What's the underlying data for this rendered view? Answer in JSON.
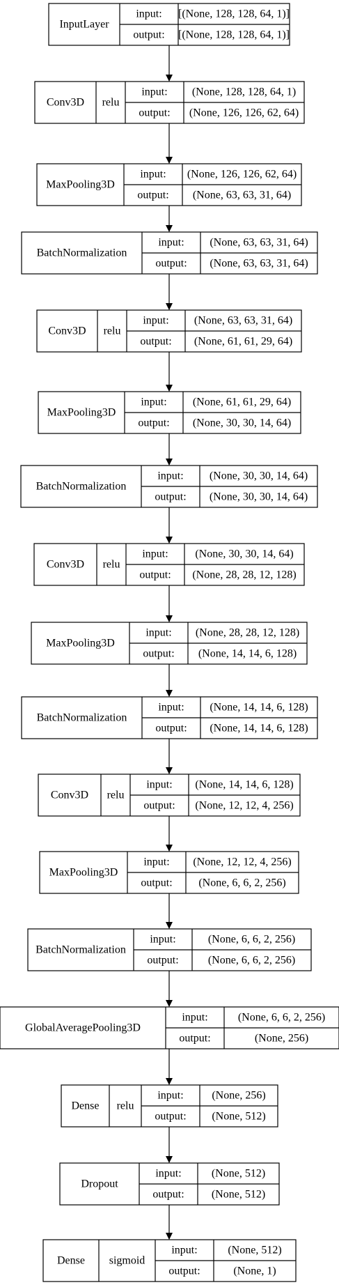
{
  "diagram": {
    "input_label": "input:",
    "output_label": "output:",
    "layers": [
      {
        "name": "InputLayer",
        "input": "[(None, 128, 128, 64, 1)]",
        "output": "[(None, 128, 128, 64, 1)]"
      },
      {
        "name": "Conv3D",
        "activation": "relu",
        "input": "(None, 128, 128, 64, 1)",
        "output": "(None, 126, 126, 62, 64)"
      },
      {
        "name": "MaxPooling3D",
        "input": "(None, 126, 126, 62, 64)",
        "output": "(None, 63, 63, 31, 64)"
      },
      {
        "name": "BatchNormalization",
        "input": "(None, 63, 63, 31, 64)",
        "output": "(None, 63, 63, 31, 64)"
      },
      {
        "name": "Conv3D",
        "activation": "relu",
        "input": "(None, 63, 63, 31, 64)",
        "output": "(None, 61, 61, 29, 64)"
      },
      {
        "name": "MaxPooling3D",
        "input": "(None, 61, 61, 29, 64)",
        "output": "(None, 30, 30, 14, 64)"
      },
      {
        "name": "BatchNormalization",
        "input": "(None, 30, 30, 14, 64)",
        "output": "(None, 30, 30, 14, 64)"
      },
      {
        "name": "Conv3D",
        "activation": "relu",
        "input": "(None, 30, 30, 14, 64)",
        "output": "(None, 28, 28, 12, 128)"
      },
      {
        "name": "MaxPooling3D",
        "input": "(None, 28, 28, 12, 128)",
        "output": "(None, 14, 14, 6, 128)"
      },
      {
        "name": "BatchNormalization",
        "input": "(None, 14, 14, 6, 128)",
        "output": "(None, 14, 14, 6, 128)"
      },
      {
        "name": "Conv3D",
        "activation": "relu",
        "input": "(None, 14, 14, 6, 128)",
        "output": "(None, 12, 12, 4, 256)"
      },
      {
        "name": "MaxPooling3D",
        "input": "(None, 12, 12, 4, 256)",
        "output": "(None, 6, 6, 2, 256)"
      },
      {
        "name": "BatchNormalization",
        "input": "(None, 6, 6, 2, 256)",
        "output": "(None, 6, 6, 2, 256)"
      },
      {
        "name": "GlobalAveragePooling3D",
        "input": "(None, 6, 6, 2, 256)",
        "output": "(None, 256)"
      },
      {
        "name": "Dense",
        "activation": "relu",
        "input": "(None, 256)",
        "output": "(None, 512)"
      },
      {
        "name": "Dropout",
        "input": "(None, 512)",
        "output": "(None, 512)"
      },
      {
        "name": "Dense",
        "activation": "sigmoid",
        "input": "(None, 512)",
        "output": "(None, 1)"
      }
    ]
  }
}
